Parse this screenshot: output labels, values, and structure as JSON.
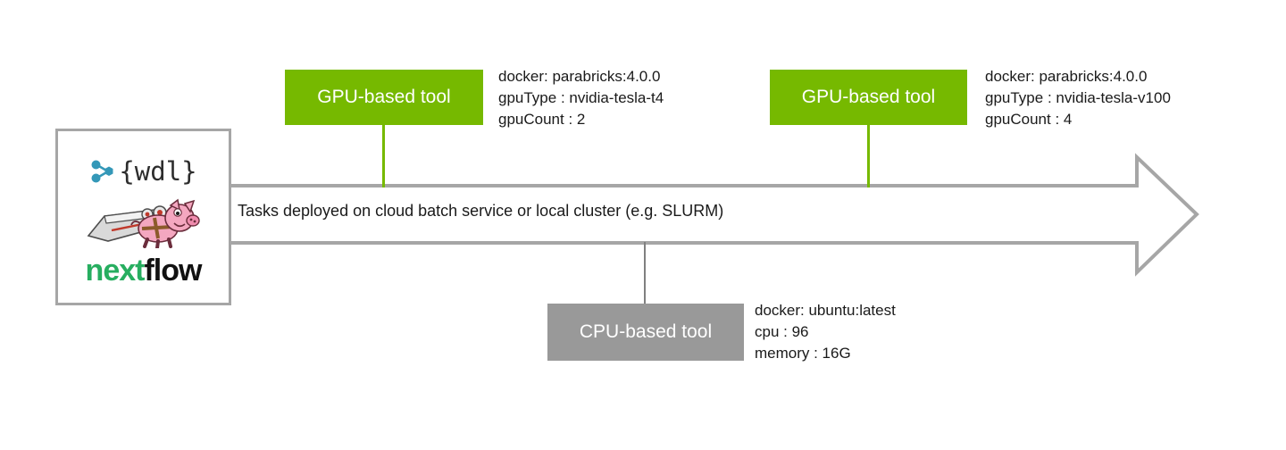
{
  "diagram": {
    "title": "Workflow engine task deployment diagram",
    "colors": {
      "gpu_green": "#76b900",
      "cpu_gray": "#999999",
      "arrow_outline": "#a6a6a6",
      "nextflow_green": "#27ae60",
      "wdl_teal": "#3498b8"
    },
    "source_box": {
      "name": "workflow-engines",
      "logos": [
        {
          "id": "wdl",
          "label": "{wdl}",
          "icon": "wdl-node-graph-icon"
        },
        {
          "id": "snakemake",
          "label": "",
          "icon": "snakemake-pig-icon"
        },
        {
          "id": "nextflow",
          "label_green": "next",
          "label_black": "flow",
          "icon": "nextflow-wordmark-icon"
        }
      ]
    },
    "arrow": {
      "name": "deployment-arrow",
      "label": "Tasks deployed on cloud batch service or local cluster (e.g. SLURM)"
    },
    "tasks": [
      {
        "id": "gpu-1",
        "label": "GPU-based tool",
        "type": "gpu",
        "specs": [
          "docker: parabricks:4.0.0",
          "gpuType : nvidia-tesla-t4",
          "gpuCount : 2"
        ]
      },
      {
        "id": "gpu-2",
        "label": "GPU-based tool",
        "type": "gpu",
        "specs": [
          "docker: parabricks:4.0.0",
          "gpuType : nvidia-tesla-v100",
          "gpuCount : 4"
        ]
      },
      {
        "id": "cpu-1",
        "label": "CPU-based tool",
        "type": "cpu",
        "specs": [
          "docker: ubuntu:latest",
          "cpu : 96",
          "memory : 16G"
        ]
      }
    ]
  }
}
